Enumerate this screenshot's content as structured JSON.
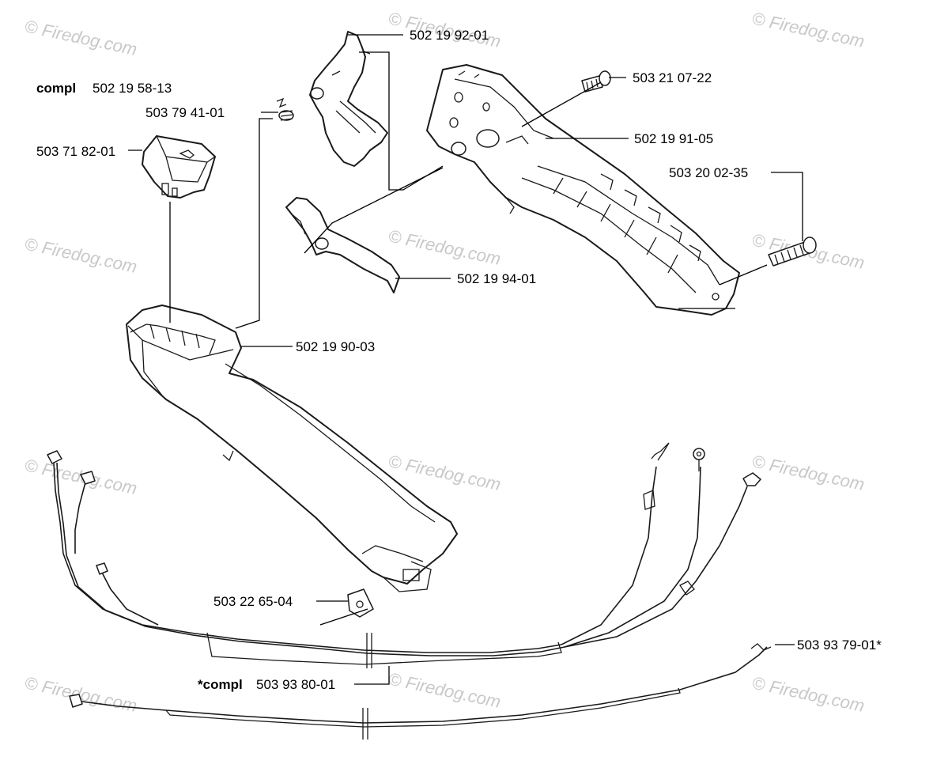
{
  "watermark": "© Firedog.com",
  "labels": {
    "p_502_19_92_01": "502 19 92-01",
    "p_503_21_07_22": "503 21 07-22",
    "compl_prefix": "compl",
    "compl_number": "502 19 58-13",
    "p_503_79_41_01": "503 79 41-01",
    "p_503_71_82_01": "503 71 82-01",
    "p_502_19_91_05": "502 19 91-05",
    "p_503_20_02_35": "503 20 02-35",
    "p_502_19_94_01": "502 19 94-01",
    "p_502_19_90_03": "502 19 90-03",
    "p_503_22_65_04": "503 22 65-04",
    "p_503_93_79_01": "503 93 79-01*",
    "compl2_prefix": "*compl",
    "compl2_number": "503 93 80-01"
  }
}
